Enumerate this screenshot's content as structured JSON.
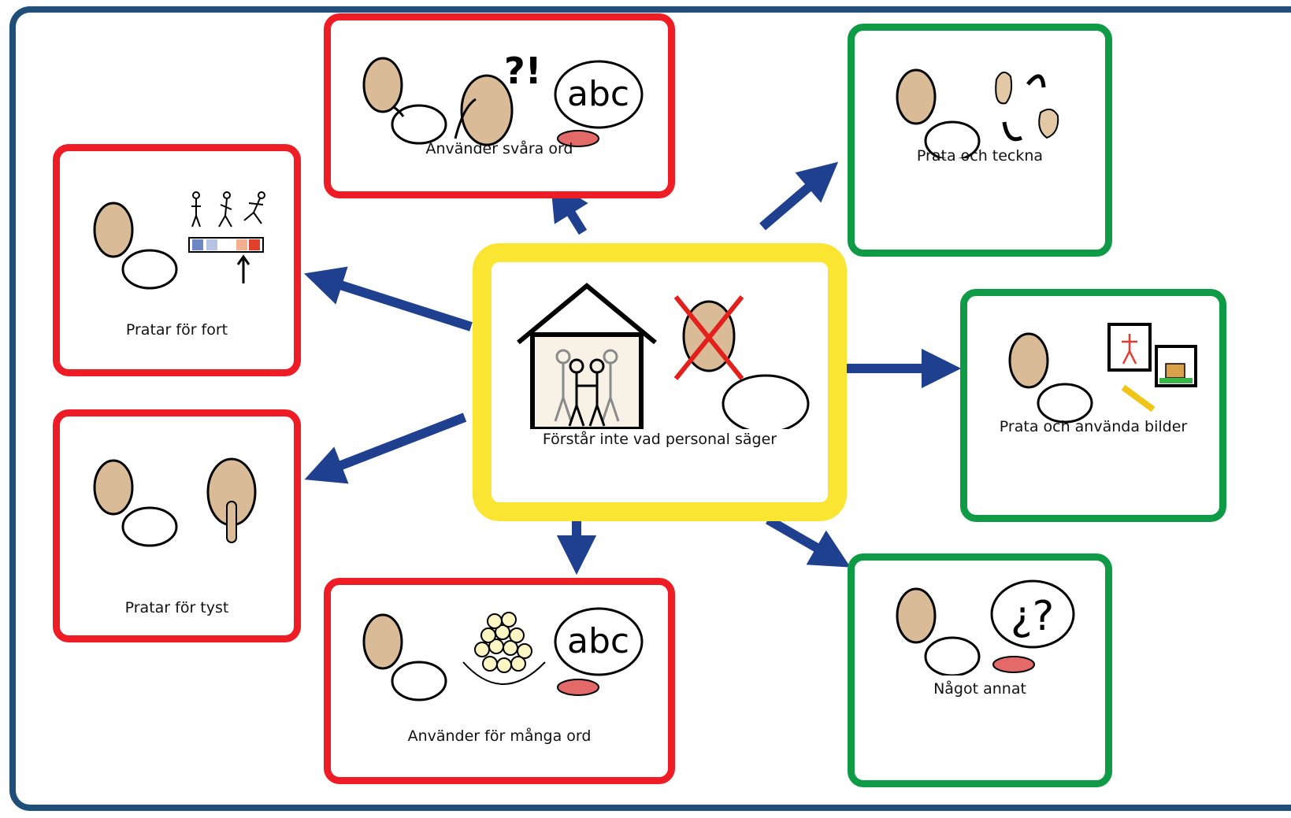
{
  "colors": {
    "negative": "#ee1c25",
    "positive": "#0f9a45",
    "center": "#fae632",
    "arrow": "#1f3f8f",
    "frame": "#1f4e79"
  },
  "center": {
    "label": "Förstår inte vad personal säger",
    "icons": [
      "house-people-icon",
      "no-speaking-icon"
    ]
  },
  "cards": {
    "svara_ord": {
      "label": "Använder svåra ord",
      "icons": [
        "speaking-head-icon",
        "confused-face-icon",
        "abc-speech-icon"
      ]
    },
    "for_fort": {
      "label": "Pratar för fort",
      "icons": [
        "speaking-head-icon",
        "speed-scale-icon"
      ]
    },
    "for_tyst": {
      "label": "Pratar för tyst",
      "icons": [
        "speaking-head-icon",
        "shush-face-icon"
      ]
    },
    "manga_ord": {
      "label": "Använder för många ord",
      "icons": [
        "speaking-head-icon",
        "many-balls-icon",
        "abc-speech-icon"
      ]
    },
    "teckna": {
      "label": "Prata och teckna",
      "icons": [
        "speaking-head-icon",
        "sign-hands-icon"
      ]
    },
    "bilder": {
      "label": "Prata och använda bilder",
      "icons": [
        "speaking-head-icon",
        "pictures-icon"
      ]
    },
    "annat": {
      "label": "Något annat",
      "icons": [
        "speaking-head-icon",
        "question-speech-icon"
      ]
    }
  }
}
